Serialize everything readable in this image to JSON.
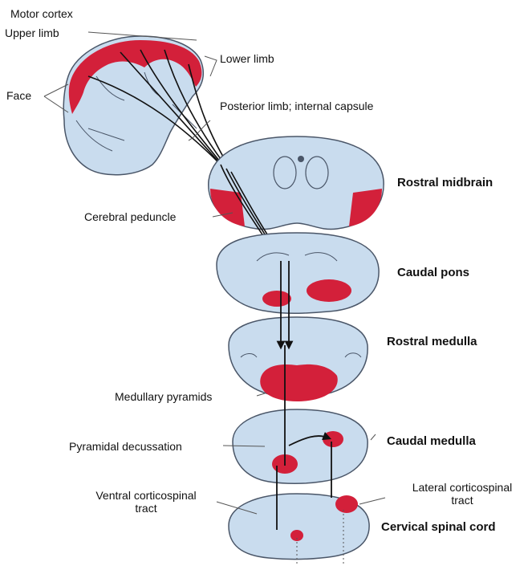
{
  "labels": {
    "motor_cortex": "Motor cortex",
    "upper_limb": "Upper limb",
    "lower_limb": "Lower limb",
    "face": "Face",
    "posterior_limb": "Posterior limb; internal capsule",
    "rostral_midbrain": "Rostral midbrain",
    "cerebral_peduncle": "Cerebral peduncle",
    "caudal_pons": "Caudal pons",
    "rostral_medulla": "Rostral medulla",
    "medullary_pyramids": "Medullary pyramids",
    "pyramidal_decussation": "Pyramidal decussation",
    "caudal_medulla": "Caudal medulla",
    "ventral_cst_1": "Ventral corticospinal",
    "ventral_cst_2": "tract",
    "lateral_cst_1": "Lateral corticospinal",
    "lateral_cst_2": "tract",
    "cervical_spinal_cord": "Cervical spinal cord"
  },
  "colors": {
    "motor_red": "#d3203a",
    "tissue_blue": "#c9dcee",
    "outline": "#4a5668",
    "tract": "#111111"
  }
}
